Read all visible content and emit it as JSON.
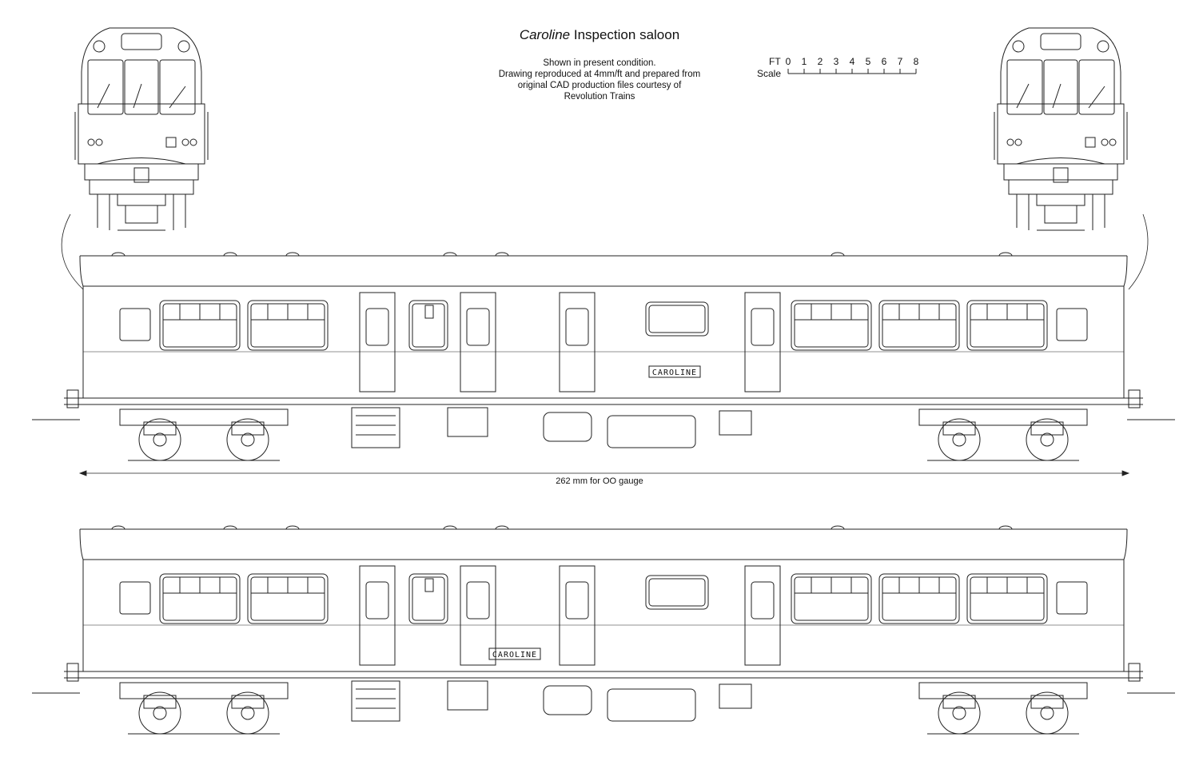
{
  "title": {
    "italic": "Caroline",
    "rest": " Inspection saloon"
  },
  "notes": [
    "Shown in present condition.",
    "Drawing reproduced at 4mm/ft and prepared from",
    "original CAD production files courtesy of",
    "Revolution Trains"
  ],
  "scale": {
    "unit": "FT",
    "label": "Scale",
    "ticks": [
      "0",
      "1",
      "2",
      "3",
      "4",
      "5",
      "6",
      "7",
      "8"
    ]
  },
  "dimension": {
    "label": "262 mm for OO gauge"
  },
  "nameplate": "CAROLINE",
  "views": [
    {
      "name": "front-end-left"
    },
    {
      "name": "front-end-right"
    },
    {
      "name": "side-elevation-upper"
    },
    {
      "name": "side-elevation-lower"
    }
  ],
  "colors": {
    "line": "#222222",
    "background": "#ffffff"
  }
}
